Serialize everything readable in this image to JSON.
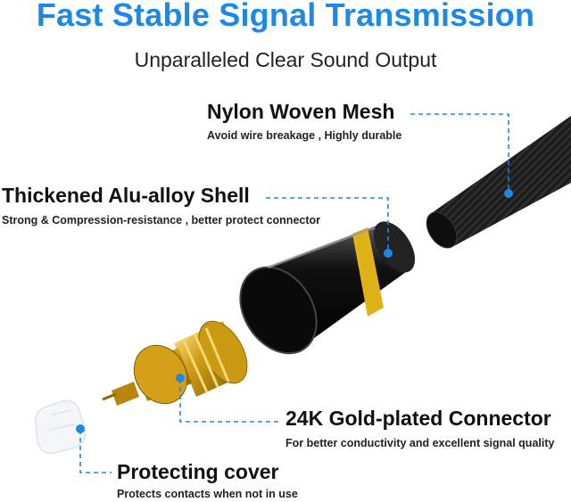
{
  "title": "Fast Stable Signal Transmission",
  "subtitle": "Unparalleled Clear Sound Output",
  "callouts": [
    {
      "label": "Nylon Woven Mesh",
      "description": "Avoid wire breakage , Highly durable"
    },
    {
      "label": "Thickened Alu-alloy Shell",
      "description": "Strong & Compression-resistance , better protect connector"
    },
    {
      "label": "24K Gold-plated Connector",
      "description": "For better conductivity and excellent signal quality"
    },
    {
      "label": "Protecting cover",
      "description": "Protects contacts when not in use"
    }
  ],
  "colors": {
    "accent": "#1e88e5",
    "gold": "#d4a017",
    "shell": "#111111"
  }
}
